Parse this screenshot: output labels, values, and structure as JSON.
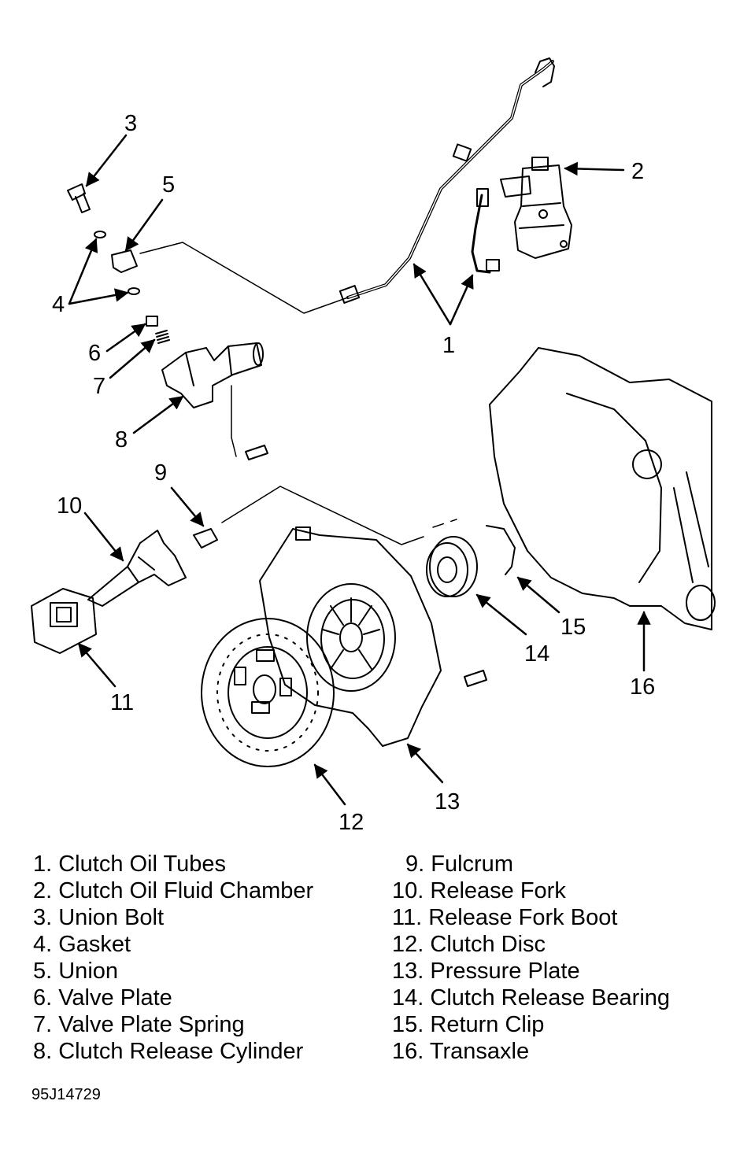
{
  "callouts": [
    "1",
    "2",
    "3",
    "4",
    "5",
    "6",
    "7",
    "8",
    "9",
    "10",
    "11",
    "12",
    "13",
    "14",
    "15",
    "16"
  ],
  "legend": {
    "left": [
      "1. Clutch Oil Tubes",
      "2. Clutch Oil Fluid Chamber",
      "3. Union Bolt",
      "4. Gasket",
      "5. Union",
      "6. Valve Plate",
      "7. Valve Plate Spring",
      "8. Clutch Release Cylinder"
    ],
    "right": [
      "9. Fulcrum",
      "10. Release Fork",
      "11. Release Fork Boot",
      "12. Clutch Disc",
      "13. Pressure Plate",
      "14. Clutch Release Bearing",
      "15. Return Clip",
      "16. Transaxle"
    ]
  },
  "figure_id": "95J14729"
}
